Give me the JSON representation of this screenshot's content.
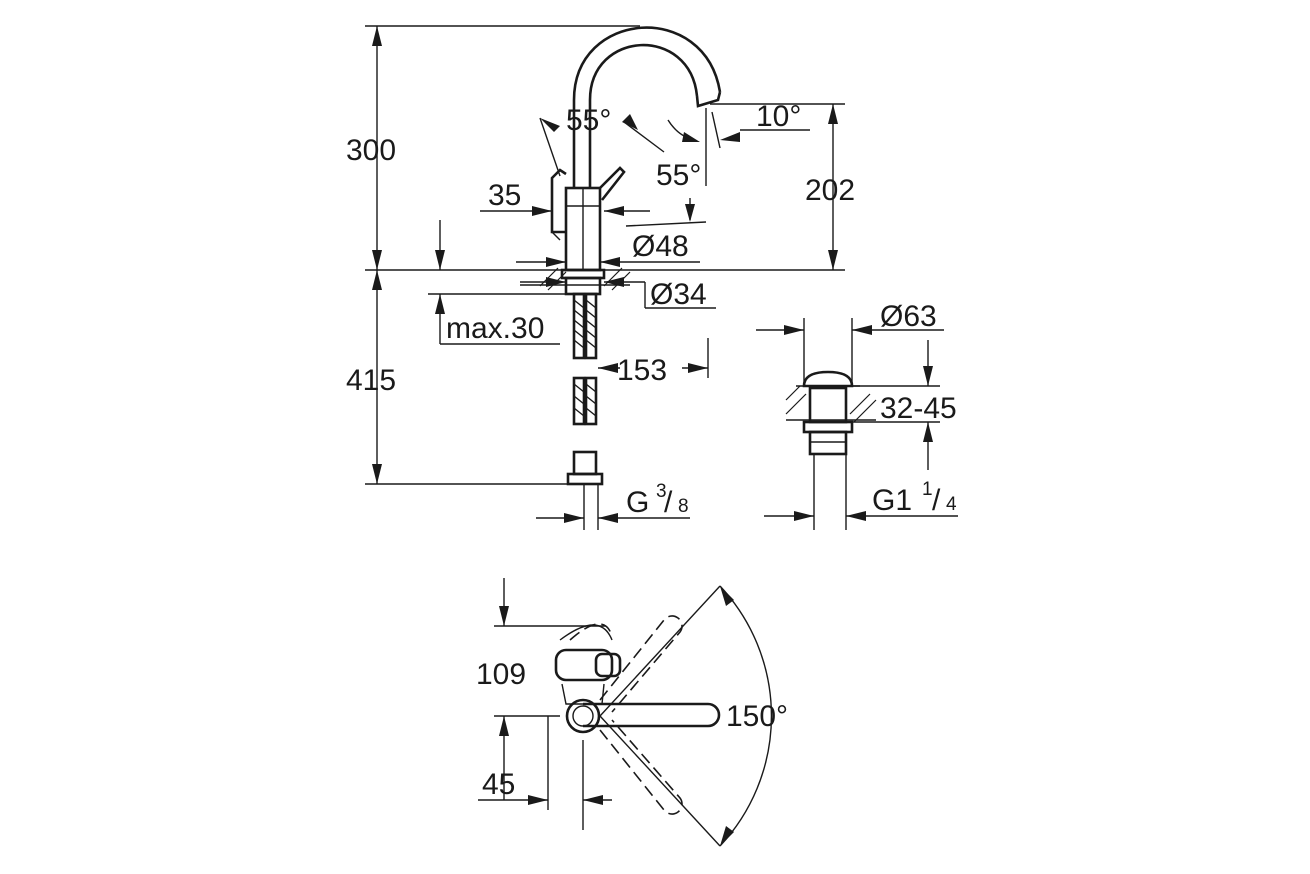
{
  "dimensions": {
    "height_300": "300",
    "height_415": "415",
    "height_202": "202",
    "lever_angle_left": "55°",
    "lever_angle_right": "55°",
    "spout_tilt": "10°",
    "dist_35": "35",
    "dia_48": "Ø48",
    "dia_34": "Ø34",
    "max_30": "max.30",
    "reach_153": "153",
    "dia_63": "Ø63",
    "range_32_45": "32-45",
    "thread_g": "G",
    "thread_g_num": "3",
    "thread_g_den": "8",
    "thread_g1": "G1",
    "thread_g1_num": "1",
    "thread_g1_den": "4",
    "plan_109": "109",
    "plan_45": "45",
    "swivel_150": "150°"
  }
}
